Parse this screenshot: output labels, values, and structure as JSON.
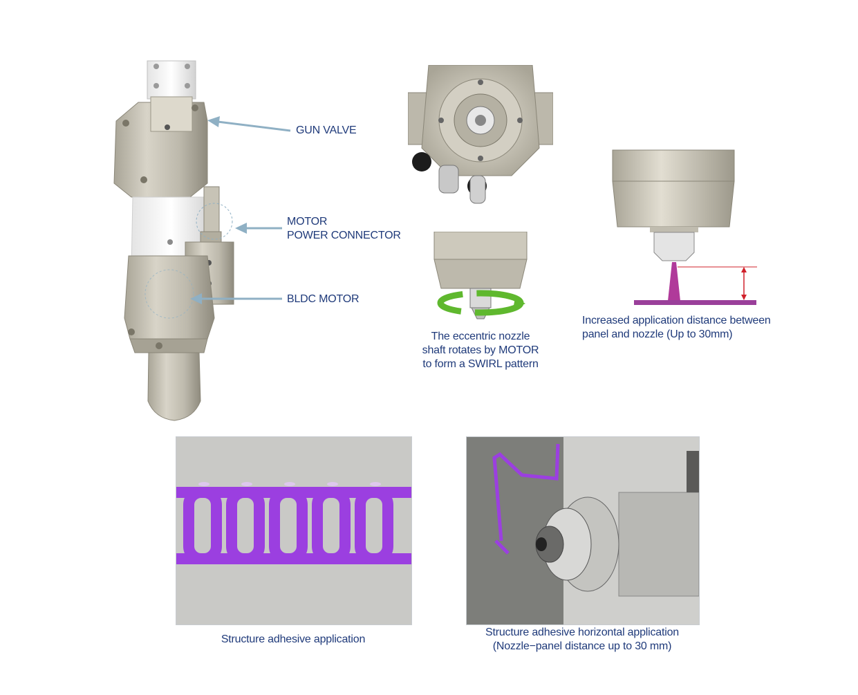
{
  "labels": {
    "gun_valve": "GUN VALVE",
    "motor_power_line1": "MOTOR",
    "motor_power_line2": "POWER CONNECTOR",
    "bldc_motor": "BLDC MOTOR"
  },
  "captions": {
    "swirl_line1": "The eccentric nozzle",
    "swirl_line2": "shaft rotates by MOTOR",
    "swirl_line3": "to form a SWIRL pattern",
    "distance_line1": "Increased application distance between",
    "distance_line2": "panel and nozzle (Up to 30mm)",
    "photo_left": "Structure adhesive application",
    "photo_right_line1": "Structure adhesive horizontal application",
    "photo_right_line2": "(Nozzle−panel distance up to 30 mm)"
  },
  "colors": {
    "label_text": "#1f3a7a",
    "leader_arrow": "#8fb0c4",
    "adhesive_purple": "#9b3fe0",
    "spray_magenta": "#b03a9a",
    "dimension_red": "#d0202a",
    "swirl_green": "#5fb82e",
    "metal": "#c9c5b8"
  }
}
